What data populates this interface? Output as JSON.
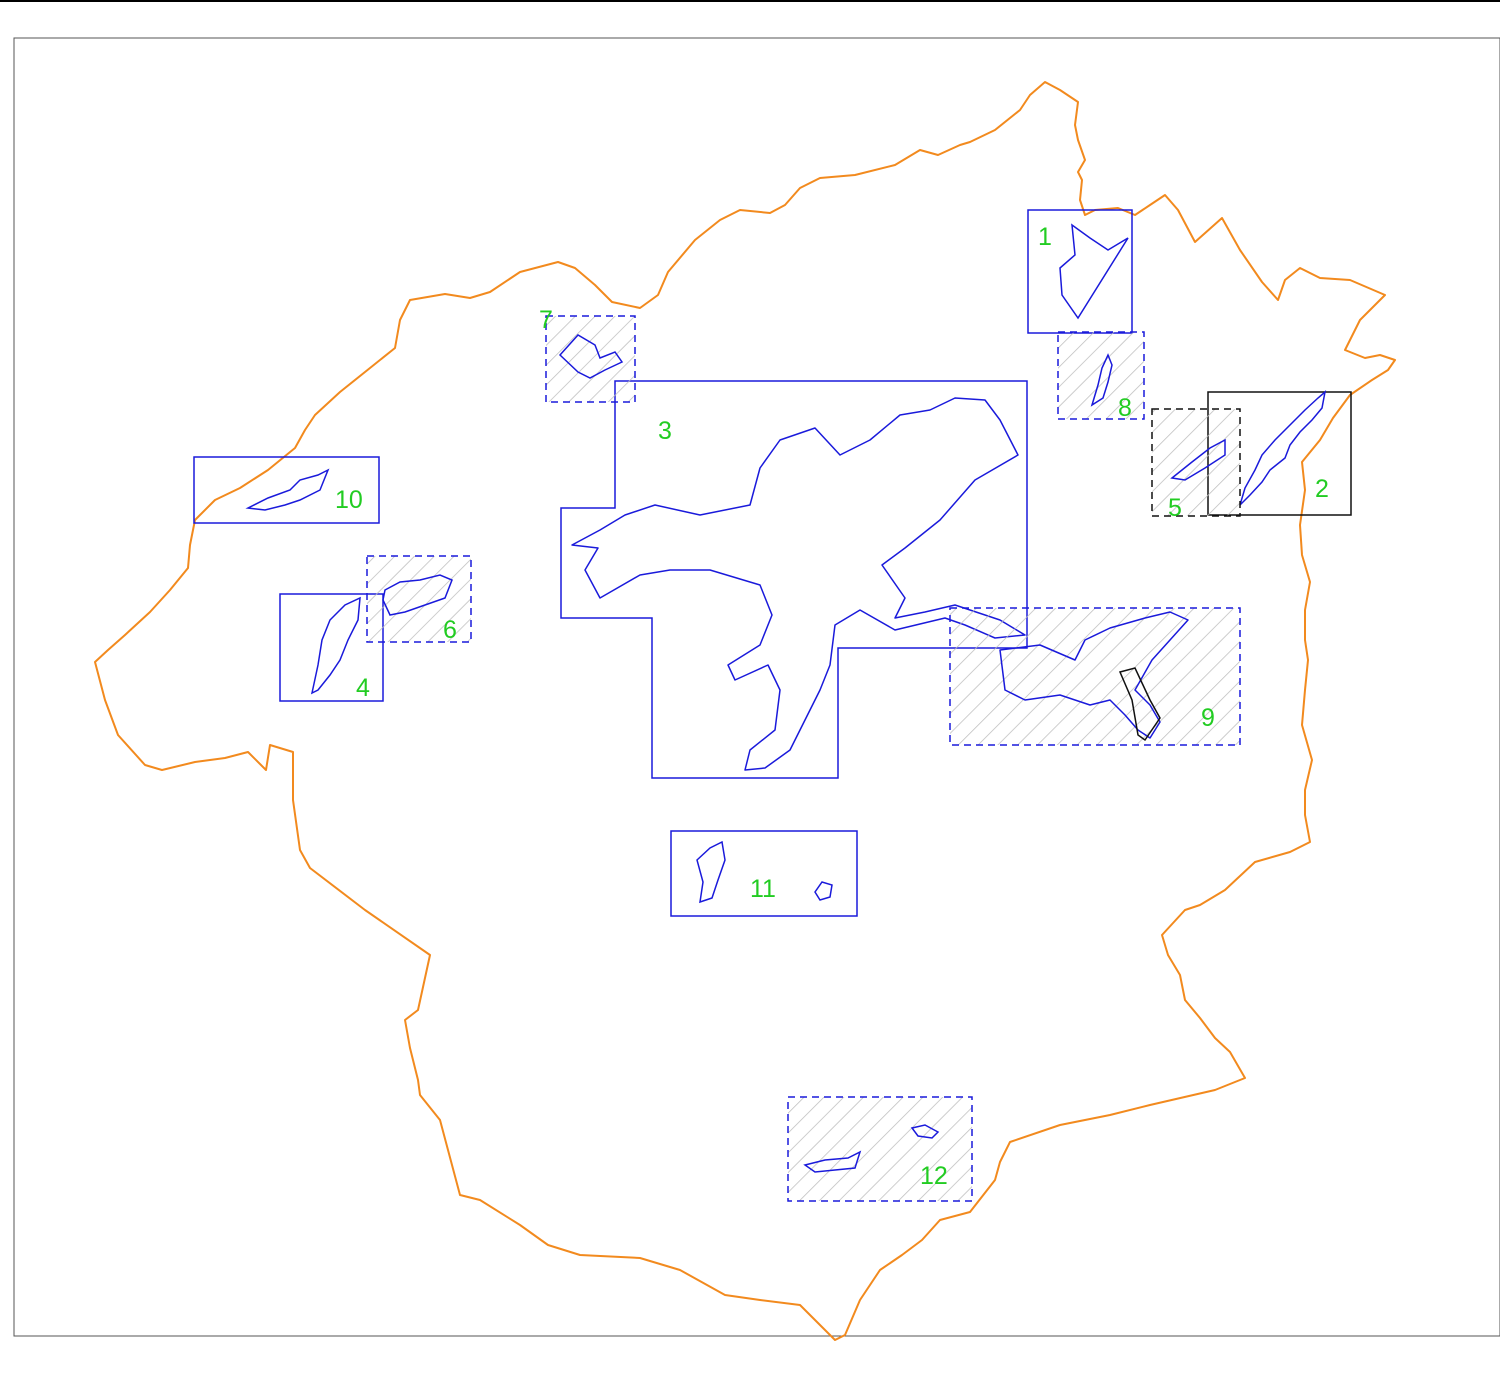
{
  "map": {
    "boundary_color": "#f28a1e",
    "zone_color": "#1a1adb",
    "alt_frame_color": "#111111",
    "label_color": "#22cc22",
    "hatch_color": "#bdbdbd"
  },
  "zones": [
    {
      "label": "1",
      "hatched": false
    },
    {
      "label": "2",
      "hatched": false
    },
    {
      "label": "3",
      "hatched": false
    },
    {
      "label": "4",
      "hatched": false
    },
    {
      "label": "5",
      "hatched": true
    },
    {
      "label": "6",
      "hatched": true
    },
    {
      "label": "7",
      "hatched": true
    },
    {
      "label": "8",
      "hatched": true
    },
    {
      "label": "9",
      "hatched": true
    },
    {
      "label": "10",
      "hatched": false
    },
    {
      "label": "11",
      "hatched": false
    },
    {
      "label": "12",
      "hatched": true
    }
  ]
}
